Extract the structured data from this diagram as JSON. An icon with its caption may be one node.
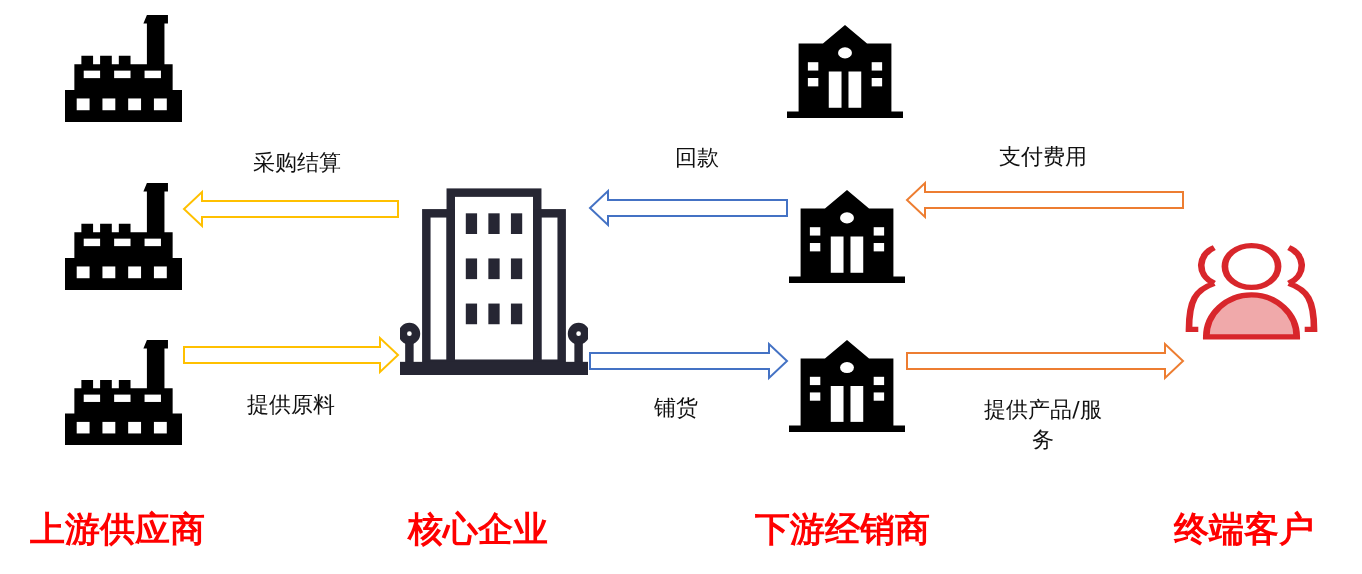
{
  "diagram": {
    "nodes": [
      {
        "text": [],
        "shape": "factory"
      },
      {
        "text": [],
        "shape": "factory"
      },
      {
        "text": [],
        "shape": "factory"
      },
      {
        "text": [],
        "shape": "building"
      },
      {
        "text": [],
        "shape": "house"
      },
      {
        "text": [],
        "shape": "house"
      },
      {
        "text": [],
        "shape": "house"
      },
      {
        "text": [],
        "shape": "person"
      }
    ],
    "edges": [
      {
        "from": 3,
        "to": 1,
        "arrow": "to",
        "label": "采购结算",
        "color": "#ffc000"
      },
      {
        "from": 2,
        "to": 3,
        "arrow": "to",
        "label": "提供原料",
        "color": "#ffc000"
      },
      {
        "from": 5,
        "to": 3,
        "arrow": "to",
        "label": "回款",
        "color": "#4472c4"
      },
      {
        "from": 3,
        "to": 6,
        "arrow": "to",
        "label": "铺货",
        "color": "#4472c4"
      },
      {
        "from": 7,
        "to": 5,
        "arrow": "to",
        "label": "支付费用",
        "color": "#ed7d31"
      },
      {
        "from": 6,
        "to": 7,
        "arrow": "to",
        "label": "提供产品/服务",
        "color": "#ed7d31"
      }
    ],
    "labels": [
      "上游供应商",
      "核心企业",
      "下游经销商",
      "终端客户"
    ]
  }
}
